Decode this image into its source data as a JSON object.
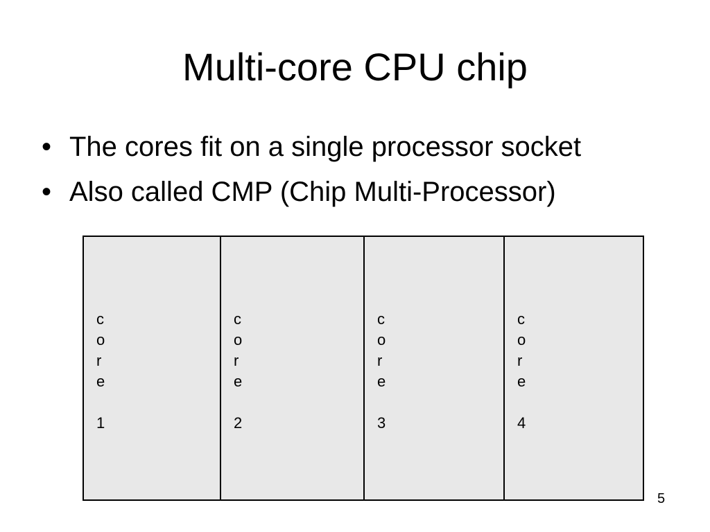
{
  "slide": {
    "title": "Multi-core CPU chip",
    "bullets": [
      "The cores fit on a single processor socket",
      "Also called CMP (Chip Multi-Processor)"
    ],
    "bullet_symbol": "•",
    "chip": {
      "fill_color": "#e8e8e8",
      "border_color": "#000000",
      "cores": [
        {
          "label": "c\no\nr\ne\n\n1"
        },
        {
          "label": "c\no\nr\ne\n\n2"
        },
        {
          "label": "c\no\nr\ne\n\n3"
        },
        {
          "label": "c\no\nr\ne\n\n4"
        }
      ]
    },
    "page_number": "5"
  }
}
